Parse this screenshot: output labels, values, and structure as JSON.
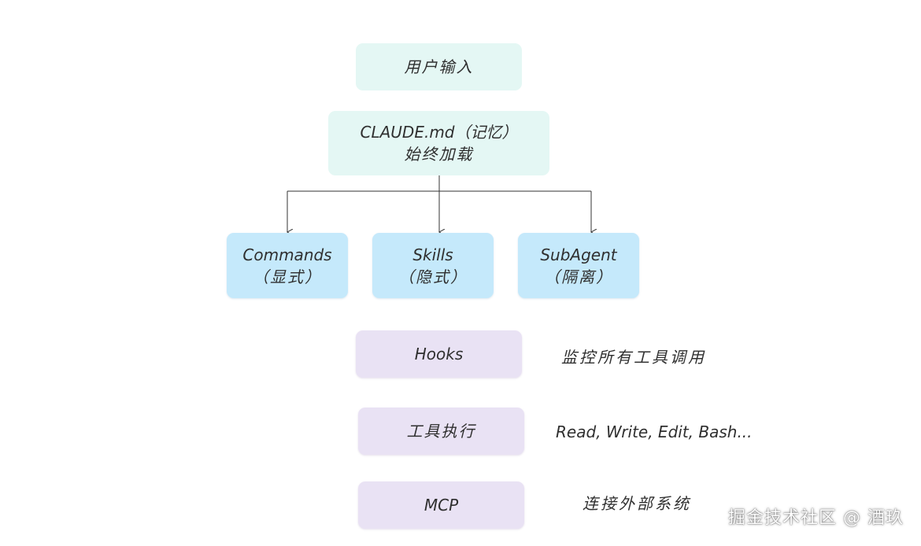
{
  "nodes": {
    "user_input": {
      "line1": "用户输入"
    },
    "claude_md": {
      "line1": "CLAUDE.md（记忆）",
      "line2": "始终加载"
    },
    "commands": {
      "line1": "Commands",
      "line2": "（显式）"
    },
    "skills": {
      "line1": "Skills",
      "line2": "（隐式）"
    },
    "subagent": {
      "line1": "SubAgent",
      "line2": "（隔离）"
    },
    "hooks": {
      "line1": "Hooks"
    },
    "tool_exec": {
      "line1": "工具执行"
    },
    "mcp": {
      "line1": "MCP"
    }
  },
  "notes": {
    "hooks": "监控所有工具调用",
    "tool_exec": "Read, Write, Edit, Bash...",
    "mcp": "连接外部系统"
  },
  "watermark": "掘金技术社区 @ 酒玖",
  "colors": {
    "mint": "#e4f7f4",
    "blue": "#c5e9fb",
    "lilac": "#e9e2f4",
    "text": "#2f2f2f",
    "connector": "#333333"
  }
}
